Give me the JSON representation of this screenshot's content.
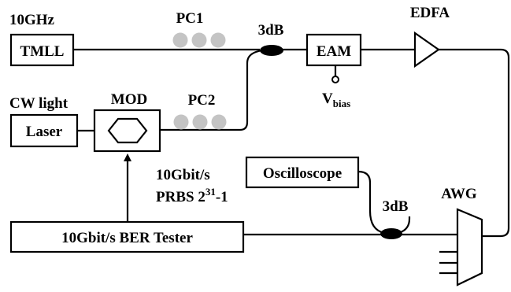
{
  "diagram": {
    "labels": {
      "freq": "10GHz",
      "pc1": "PC1",
      "pc2": "PC2",
      "coupler_top": "3dB",
      "coupler_bottom": "3dB",
      "edfa": "EDFA",
      "vbias_main": "V",
      "vbias_sub": "bias",
      "cw_light": "CW light",
      "mod": "MOD",
      "awg": "AWG",
      "data_rate": "10Gbit/s",
      "prbs_base": "PRBS 2",
      "prbs_exp": "31",
      "prbs_tail": "-1"
    },
    "blocks": {
      "tmll": "TMLL",
      "eam": "EAM",
      "laser": "Laser",
      "oscilloscope": "Oscilloscope",
      "ber_tester": "10Gbit/s BER Tester"
    }
  }
}
